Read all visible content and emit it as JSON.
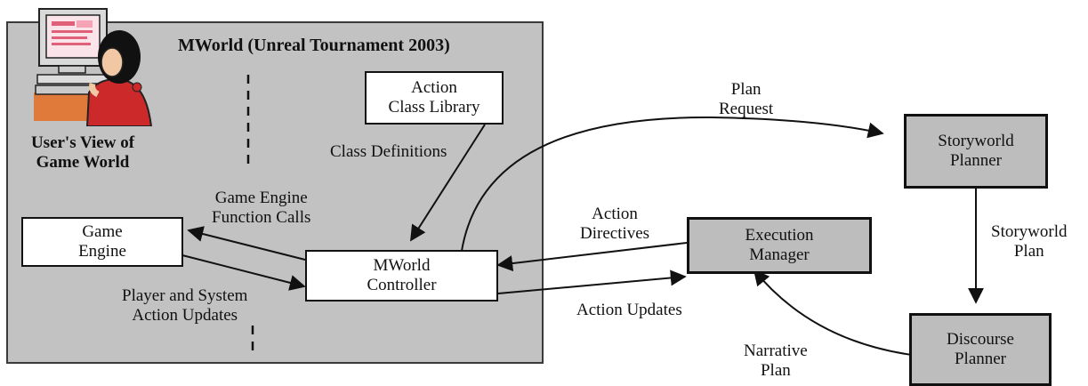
{
  "region": {
    "title": "MWorld (Unreal Tournament 2003)"
  },
  "user_view": {
    "lines": [
      "User's View of",
      "Game World"
    ]
  },
  "boxes": {
    "action_class_library": [
      "Action",
      "Class Library"
    ],
    "game_engine": [
      "Game",
      "Engine"
    ],
    "mworld_controller": [
      "MWorld",
      "Controller"
    ],
    "execution_manager": [
      "Execution",
      "Manager"
    ],
    "storyworld_planner": [
      "Storyworld",
      "Planner"
    ],
    "discourse_planner": [
      "Discourse",
      "Planner"
    ]
  },
  "edge_labels": {
    "class_definitions": [
      "Class Definitions"
    ],
    "game_engine_function_calls": [
      "Game Engine",
      "Function Calls"
    ],
    "player_system_action_updates": [
      "Player and System",
      "Action Updates"
    ],
    "plan_request": [
      "Plan",
      "Request"
    ],
    "action_directives": [
      "Action",
      "Directives"
    ],
    "action_updates": [
      "Action Updates"
    ],
    "storyworld_plan": [
      "Storyworld",
      "Plan"
    ],
    "narrative_plan": [
      "Narrative",
      "Plan"
    ]
  },
  "colors": {
    "region_fill": "#c2c2c2",
    "gray_box_fill": "#bdbdbd",
    "stroke": "#111111"
  },
  "icons": {
    "user_at_computer": "person-at-computer-icon"
  }
}
